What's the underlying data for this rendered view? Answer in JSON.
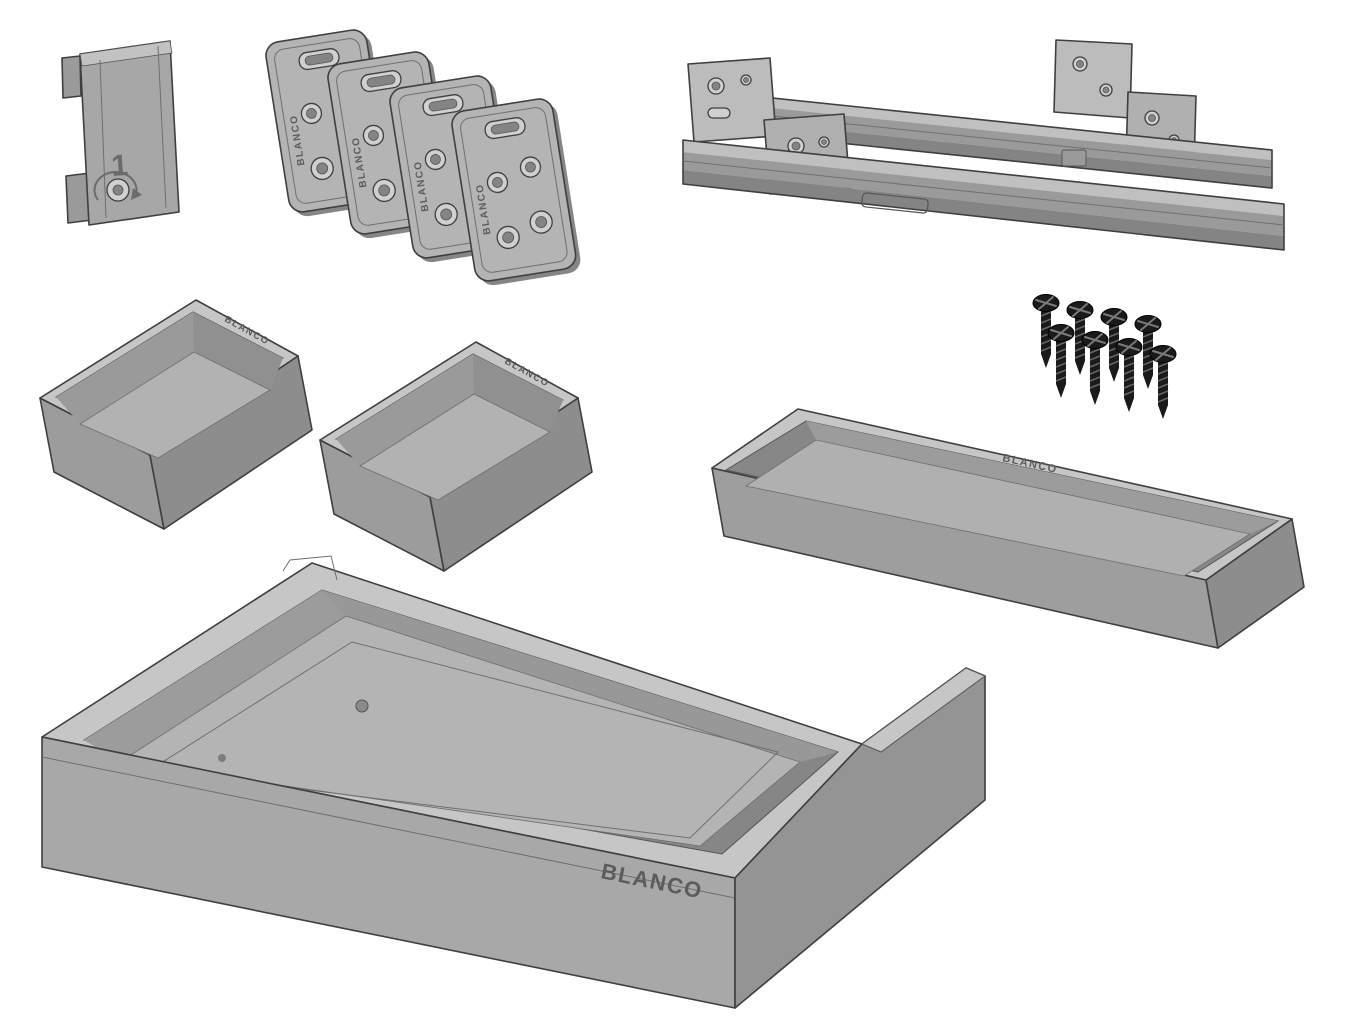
{
  "brand": {
    "label": "BLANCO"
  },
  "clip": {
    "step_label": "1"
  },
  "parts": {
    "clip": "fixing-clip",
    "mounting_plates": "mounting-plate-x4",
    "rails": "drawer-slide-rail-x2",
    "screws": "screw-x8",
    "small_bin_left": "small-bin",
    "small_bin_right": "small-bin",
    "long_tray": "long-tray",
    "drawer_frame": "drawer-frame"
  },
  "colors": {
    "bg": "#ffffff",
    "outline": "#3f3f3f",
    "edge": "#6f6f6f",
    "light": "#c6c6c6",
    "mid": "#a8a8a8",
    "mid2": "#989898",
    "dark": "#8d8d8d",
    "floor": "#b3b3b3",
    "cavity": "#868686",
    "ring": "#d0d0d0",
    "core": "#848484",
    "screw": "#1a1a1a",
    "screw_hl": "#7a7a7a",
    "logo": "#5c5c5c"
  }
}
